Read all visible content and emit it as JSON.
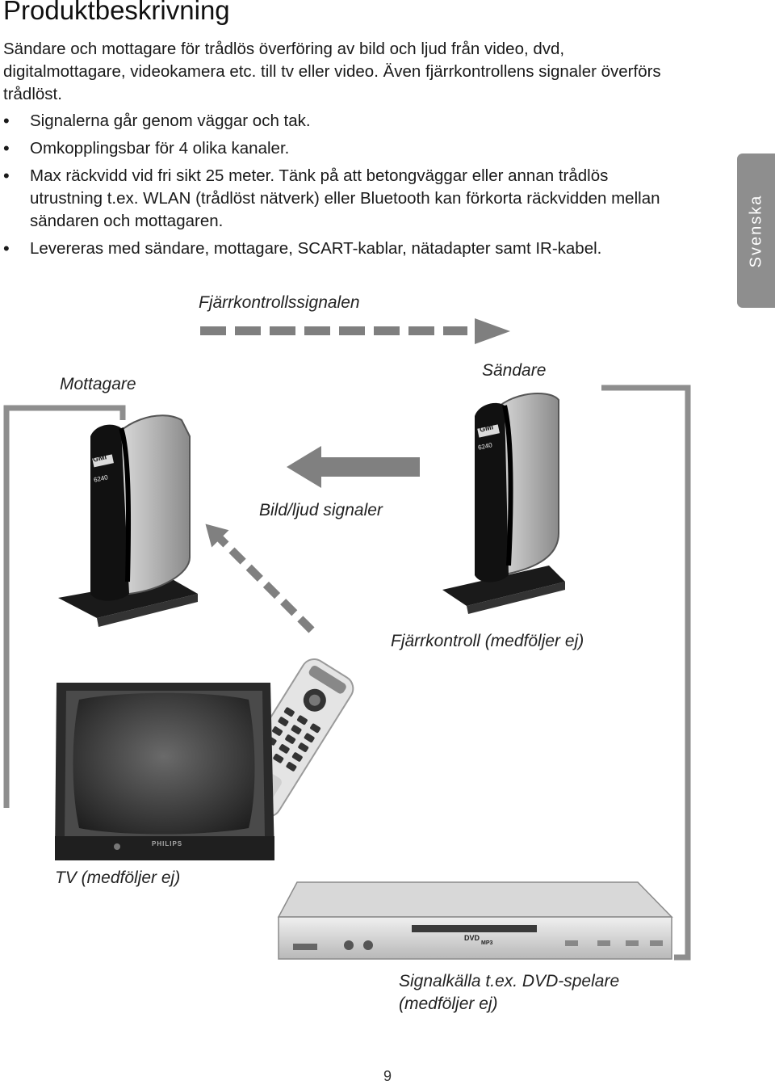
{
  "title": "Produktbeskrivning",
  "intro": "Sändare och mottagare för trådlös överföring av bild och ljud från video, dvd, digitalmottagare, videokamera etc. till tv eller video. Även fjärrkontrollens signaler överförs trådlöst.",
  "bullets": [
    {
      "text": "Signalerna går genom väggar och tak."
    },
    {
      "text": "Omkopplingsbar för 4 olika kanaler."
    },
    {
      "text": "Max räckvidd vid fri sikt 25 meter. Tänk på att betongväggar eller annan trådlös utrustning t.ex. WLAN (trådlöst nätverk) eller Bluetooth kan förkorta räckvidden mellan sändaren och mottagaren."
    },
    {
      "text": "Levereras med sändare, mottagare, SCART-kablar, nätadapter samt IR-kabel."
    }
  ],
  "language_tab": "Svenska",
  "diagram": {
    "remote_signal_label": "Fjärrkontrollssignalen",
    "receiver_label": "Mottagare",
    "transmitter_label": "Sändare",
    "av_signal_label": "Bild/ljud signaler",
    "remote_label": "Fjärrkontroll (medföljer ej)",
    "tv_label": "TV (medföljer ej)",
    "source_label_line1": "Signalkälla t.ex. DVD-spelare",
    "source_label_line2": "(medföljer ej)",
    "device_brand": "GMI",
    "device_model": "6240",
    "tv_brand": "PHILIPS",
    "dvd_logo": "DVD",
    "mp3_logo": "MP3"
  },
  "page_number": "9"
}
